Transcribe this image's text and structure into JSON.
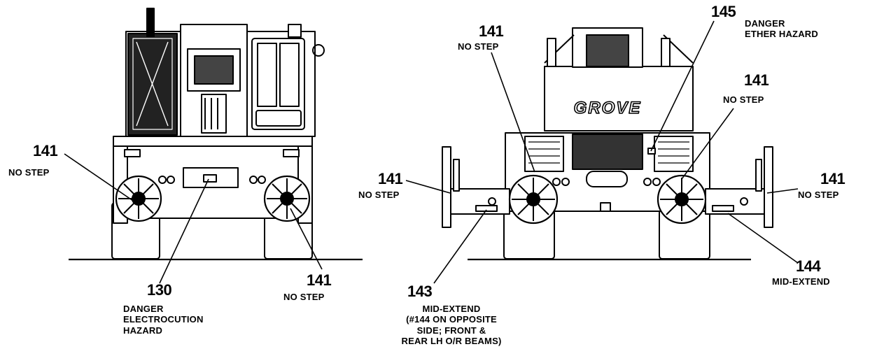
{
  "brand": "GROVE",
  "callouts": {
    "c141_left_upper": {
      "num": "141",
      "text": "NO STEP"
    },
    "c130": {
      "num": "130",
      "lines": [
        "DANGER",
        "ELECTROCUTION",
        "HAZARD"
      ]
    },
    "c141_left_lower": {
      "num": "141",
      "text": "NO STEP"
    },
    "c141_right_top": {
      "num": "141",
      "text": "NO STEP"
    },
    "c145": {
      "num": "145",
      "lines": [
        "DANGER",
        "ETHER HAZARD"
      ]
    },
    "c141_right_mid": {
      "num": "141",
      "text": "NO STEP"
    },
    "c141_right_left": {
      "num": "141",
      "text": "NO STEP"
    },
    "c141_right_right": {
      "num": "141",
      "text": "NO STEP"
    },
    "c143": {
      "num": "143",
      "lines": [
        "MID-EXTEND",
        "(#144 ON OPPOSITE",
        "SIDE; FRONT &",
        "REAR LH O/R BEAMS)"
      ]
    },
    "c144": {
      "num": "144",
      "text": "MID-EXTEND"
    }
  }
}
